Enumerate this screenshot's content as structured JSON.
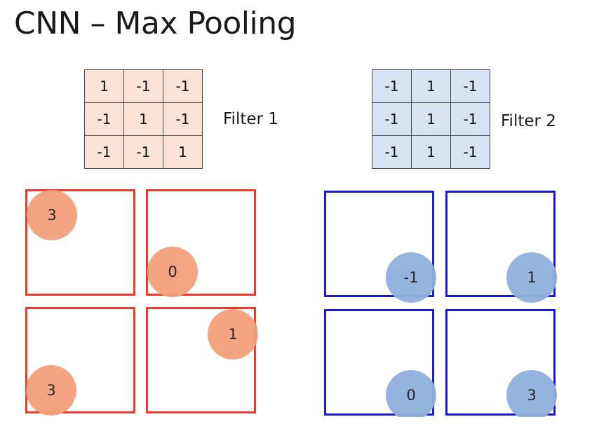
{
  "title": "CNN – Max Pooling",
  "filters": [
    {
      "label": "Filter 1",
      "matrix": [
        [
          "1",
          "-1",
          "-1"
        ],
        [
          "-1",
          "1",
          "-1"
        ],
        [
          "-1",
          "-1",
          "1"
        ]
      ],
      "color": "#fbe3d6"
    },
    {
      "label": "Filter 2",
      "matrix": [
        [
          "-1",
          "1",
          "-1"
        ],
        [
          "-1",
          "1",
          "-1"
        ],
        [
          "-1",
          "1",
          "-1"
        ]
      ],
      "color": "#dae3f3"
    }
  ],
  "pooling": {
    "filter1_values": [
      "3",
      "0",
      "3",
      "1"
    ],
    "filter2_values": [
      "-1",
      "1",
      "0",
      "3"
    ],
    "filter1_border_color": "#ee3a2a",
    "filter2_border_color": "#1a1ad6",
    "filter1_dot_color": "#f4a07a",
    "filter2_dot_color": "#8fb0dc"
  }
}
